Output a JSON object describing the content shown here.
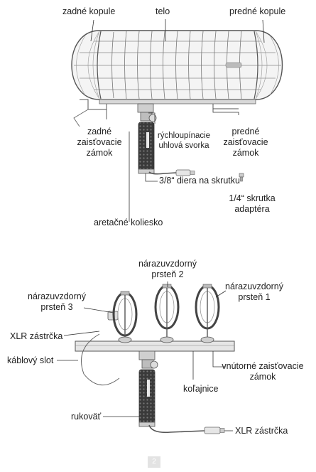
{
  "top_diagram": {
    "label_rear_cap": "zadné kopule",
    "label_body": "telo",
    "label_front_cap": "predné kopule",
    "label_quick_clamp_1": "rýchloupínacie",
    "label_quick_clamp_2": "uhlová svorka",
    "label_rear_lock_1": "zadné",
    "label_rear_lock_2": "zaisťovacie",
    "label_rear_lock_3": "zámok",
    "label_front_lock_1": "predné",
    "label_front_lock_2": "zaisťovacie",
    "label_front_lock_3": "zámok",
    "label_hole": "3/8“ diera na skrutku",
    "label_screw_1": "1/4“ skrutka",
    "label_screw_2": "adaptéra",
    "label_wheel": "aretačné koliesko"
  },
  "bottom_diagram": {
    "label_ring2_1": "nárazuvzdorný",
    "label_ring2_2": "prsteň 2",
    "label_ring3_1": "nárazuvzdorný",
    "label_ring3_2": "prsteň 3",
    "label_ring1_1": "nárazuvzdorný",
    "label_ring1_2": "prsteň 1",
    "label_xlr_top": "XLR zástrčka",
    "label_cable_slot": "káblový slot",
    "label_inner_lock_1": "vnútorné zaisťovacie",
    "label_inner_lock_2": "zámok",
    "label_rail": "koľajnice",
    "label_handle": "rukoväť",
    "label_xlr_bottom": "XLR zástrčka"
  },
  "footer": {
    "page_number": "2"
  }
}
